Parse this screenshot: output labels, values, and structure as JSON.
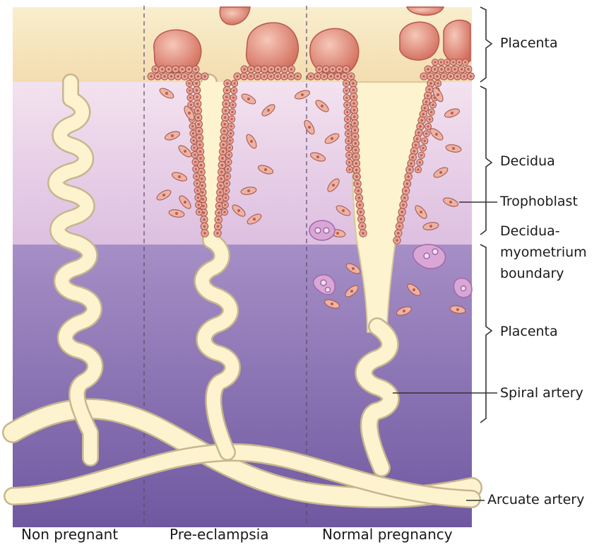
{
  "labels": {
    "placenta_top": "Placenta",
    "decidua": "Decidua",
    "trophoblast": "Trophoblast",
    "boundary_line1": "Decidua-",
    "boundary_line2": "myometrium",
    "boundary_line3": "boundary",
    "placenta_lower": "Placenta",
    "spiral_artery": "Spiral artery",
    "arcuate_artery": "Arcuate artery"
  },
  "columns": {
    "non_pregnant": "Non pregnant",
    "pre_eclampsia": "Pre-eclampsia",
    "normal_pregnancy": "Normal pregnancy"
  },
  "colors": {
    "placenta_band": "#f6e7c4",
    "decidua_band": "#ead0ec",
    "myometrium": "#8f78b6",
    "artery": "#fdf3cf",
    "artery_outline": "#d9c99a",
    "trophoblast_cell": "#e8a79a",
    "villus": "#d97f6f"
  }
}
